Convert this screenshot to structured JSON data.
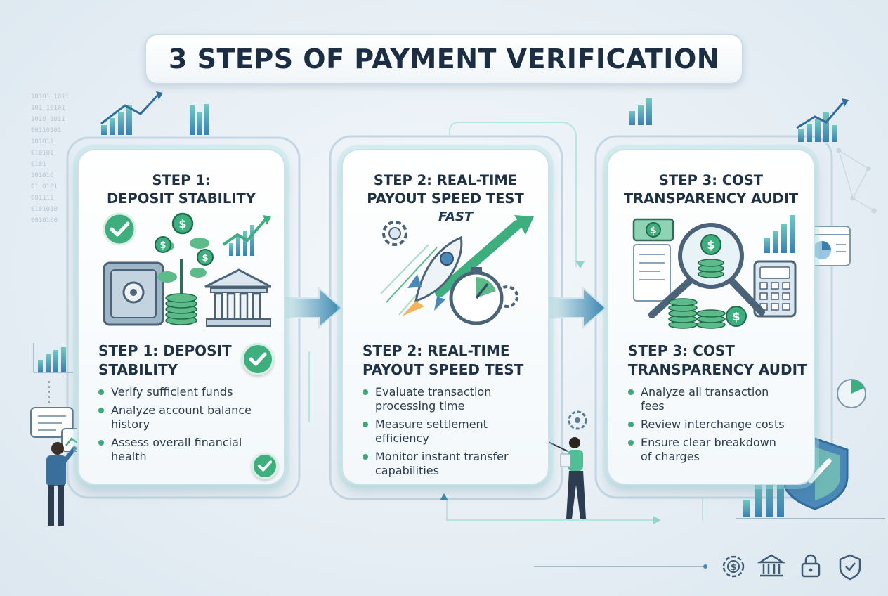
{
  "title": "3 STEPS OF PAYMENT VERIFICATION",
  "colors": {
    "accent_green": "#3fae7e",
    "accent_teal": "#7fd6cf",
    "navy": "#1c2e44",
    "blue": "#4b88b8"
  },
  "steps": [
    {
      "heading": "STEP 1:\nDEPOSIT STABILITY",
      "subheading": "STEP 1: DEPOSIT\nSTABILITY",
      "items": [
        "Verify sufficient funds",
        "Analyze account balance\nhistory",
        "Assess overall financial\nhealth"
      ]
    },
    {
      "heading": "STEP 2: REAL-TIME\nPAYOUT SPEED TEST",
      "subheading": "STEP 2: REAL-TIME\nPAYOUT SPEED TEST",
      "badge": "FAST",
      "items": [
        "Evaluate transaction\nprocessing time",
        "Measure settlement\nefficiency",
        "Monitor instant transfer\ncapabilities"
      ]
    },
    {
      "heading": "STEP 3: COST\nTRANSPARENCY AUDIT",
      "subheading": "STEP 3: COST\nTRANSPARENCY AUDIT",
      "items": [
        "Analyze all transaction\nfees",
        "Review interchange costs",
        "Ensure clear breakdown\nof charges"
      ]
    }
  ],
  "footer_icons": [
    "settings-dollar-icon",
    "bank-icon",
    "lock-icon",
    "shield-check-icon"
  ]
}
